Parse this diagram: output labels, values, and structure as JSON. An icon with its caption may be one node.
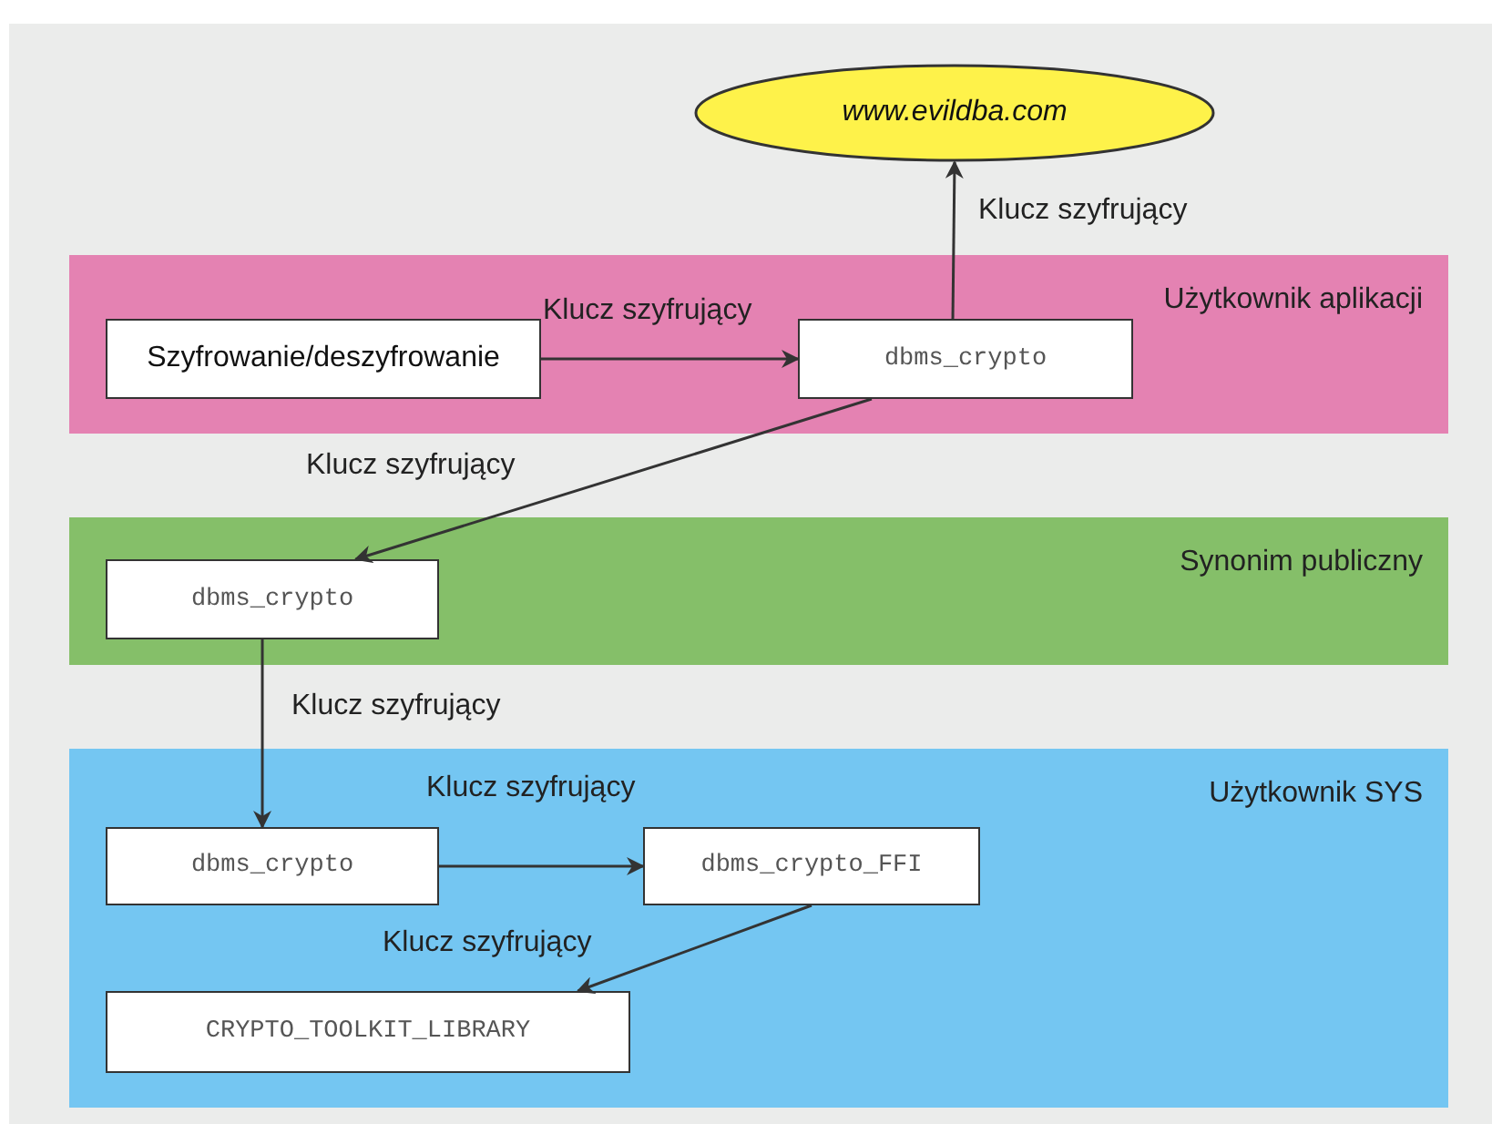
{
  "diagram": {
    "nodes": [
      {
        "text": [
          "Użytkownik aplikacji"
        ]
      },
      {
        "text": [
          "Szyfrowanie/deszyfrowanie"
        ],
        "in": 0
      },
      {
        "text": [
          "dbms_crypto"
        ],
        "in": 0
      },
      {
        "text": [
          "www.evildba.com"
        ]
      },
      {
        "text": [
          "Synonim publiczny"
        ]
      },
      {
        "text": [
          "dbms_crypto"
        ],
        "in": 4
      },
      {
        "text": [
          "Użytkownik SYS"
        ]
      },
      {
        "text": [
          "dbms_crypto"
        ],
        "in": 6
      },
      {
        "text": [
          "dbms_crypto_FFI"
        ],
        "in": 6
      },
      {
        "text": [
          "CRYPTO_TOOLKIT_LIBRARY"
        ],
        "in": 6
      }
    ],
    "edges": [
      {
        "from": 1,
        "to": 2,
        "arrow": "to",
        "label": "Klucz szyfrujący"
      },
      {
        "from": 2,
        "to": 3,
        "arrow": "to",
        "label": "Klucz szyfrujący"
      },
      {
        "from": 2,
        "to": 5,
        "arrow": "to",
        "label": "Klucz szyfrujący"
      },
      {
        "from": 5,
        "to": 7,
        "arrow": "to",
        "label": "Klucz szyfrujący"
      },
      {
        "from": 7,
        "to": 8,
        "arrow": "to",
        "label": "Klucz szyfrujący"
      },
      {
        "from": 8,
        "to": 9,
        "arrow": "to",
        "label": "Klucz szyfrujący"
      }
    ]
  }
}
